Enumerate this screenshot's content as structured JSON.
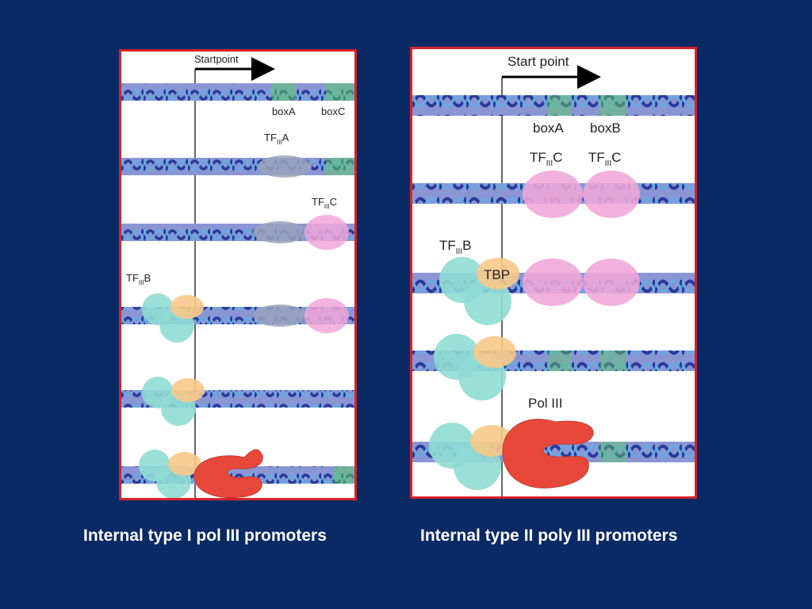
{
  "colors": {
    "background": "#0a2a66",
    "panel_border": "#d6232a",
    "dna_base": "#7a8ad0",
    "dna_strand_dark": "#2a3a9a",
    "dna_strand_light": "#6aa8e0",
    "box_green": "#5ecb6a",
    "tfiiia_gray": "#9aa3bd",
    "tfiiic_pink": "#f0a6d8",
    "tfiiib_teal": "#8fdcd4",
    "tbp_orange": "#f8c98a",
    "pol3_red": "#e8483a"
  },
  "left_panel": {
    "startpoint_label": "Startpoint",
    "boxA_label": "boxA",
    "boxC_label": "boxC",
    "tf3a": {
      "pre": "TF",
      "sub": "III",
      "post": "A"
    },
    "tf3c": {
      "pre": "TF",
      "sub": "III",
      "post": "C"
    },
    "tf3b": {
      "pre": "TF",
      "sub": "III",
      "post": "B"
    }
  },
  "right_panel": {
    "startpoint_label": "Start point",
    "boxA_label": "boxA",
    "boxB_label": "boxB",
    "tf3c_1": {
      "pre": "TF",
      "sub": "III",
      "post": "C"
    },
    "tf3c_2": {
      "pre": "TF",
      "sub": "III",
      "post": "C"
    },
    "tf3b": {
      "pre": "TF",
      "sub": "III",
      "post": "B"
    },
    "tbp_label": "TBP",
    "pol3_label": "Pol III"
  },
  "captions": {
    "left": "Internal type I pol III promoters",
    "right": "Internal type II poly III promoters"
  }
}
